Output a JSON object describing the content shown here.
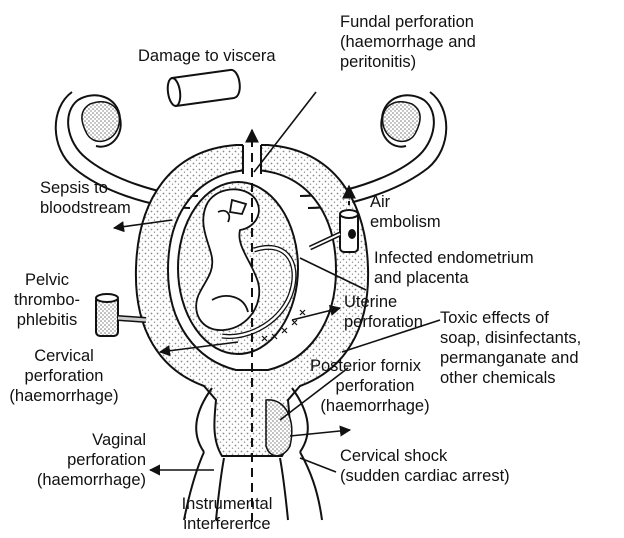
{
  "labels": {
    "damage_to_viscera": "Damage to viscera",
    "fundal_perforation": [
      "Fundal perforation",
      "(haemorrhage and",
      "peritonitis)"
    ],
    "sepsis": [
      "Sepsis to",
      "bloodstream"
    ],
    "air_embolism": [
      "Air",
      "embolism"
    ],
    "infected_endometrium": [
      "Infected endometrium",
      "and placenta"
    ],
    "pelvic_thrombophlebitis": [
      "Pelvic",
      "thrombo-",
      "phlebitis"
    ],
    "uterine_perforation": [
      "Uterine",
      "perforation"
    ],
    "toxic_effects": [
      "Toxic effects of",
      "soap, disinfectants,",
      "permanganate and",
      "other chemicals"
    ],
    "cervical_perforation": [
      "Cervical",
      "perforation",
      "(haemorrhage)"
    ],
    "posterior_fornix": [
      "Posterior fornix",
      "perforation",
      "(haemorrhage)"
    ],
    "vaginal_perforation": [
      "Vaginal",
      "perforation",
      "(haemorrhage)"
    ],
    "cervical_shock": [
      "Cervical shock",
      "(sudden cardiac arrest)"
    ],
    "instrumental_interference": [
      "Instrumental",
      "interference"
    ]
  },
  "colors": {
    "ink": "#111111",
    "stipple": "#9a9a9a",
    "background": "#ffffff"
  }
}
